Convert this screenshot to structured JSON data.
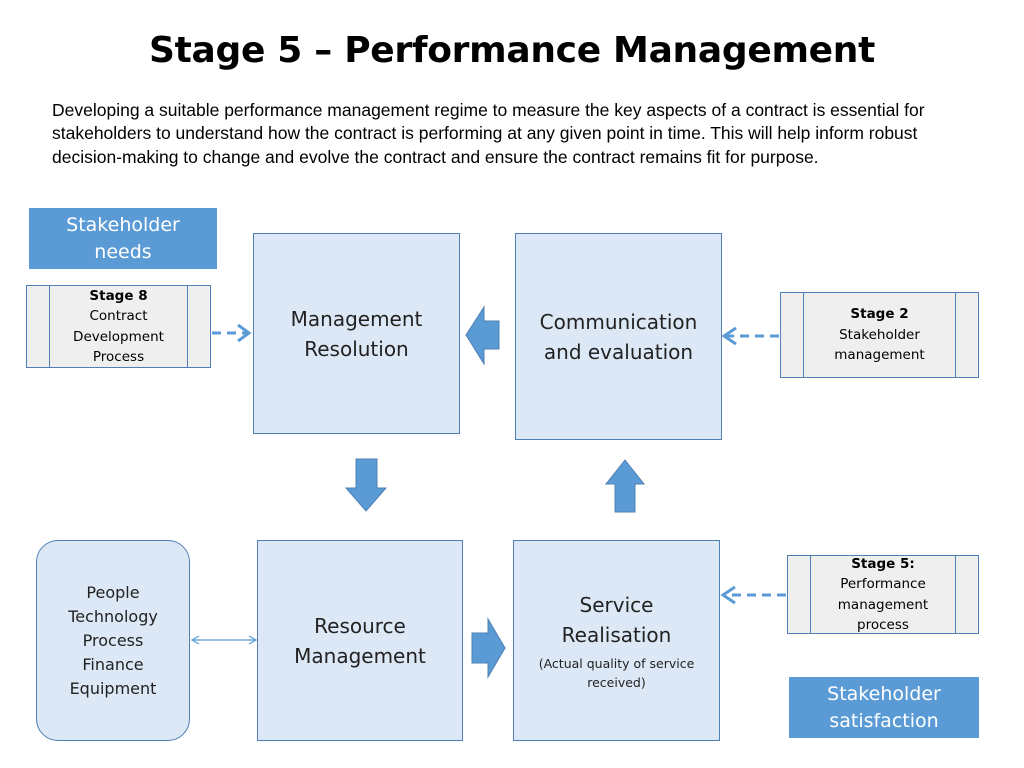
{
  "title": "Stage 5 – Performance Management",
  "intro": "Developing a suitable performance management regime to measure the key aspects of a contract is essential for stakeholders to understand how the contract is performing at any given point in time. This will help inform robust decision-making to change and evolve the contract and ensure the contract remains fit for purpose.",
  "labels": {
    "stakeholder_needs": [
      "Stakeholder",
      "needs"
    ],
    "stakeholder_satisfaction": [
      "Stakeholder",
      "satisfaction"
    ]
  },
  "stages": {
    "stage8": {
      "heading": "Stage 8",
      "lines": [
        "Contract",
        "Development",
        "Process"
      ]
    },
    "stage2": {
      "heading": "Stage 2",
      "lines": [
        "Stakeholder",
        "management"
      ]
    },
    "stage5": {
      "heading": "Stage 5:",
      "lines": [
        "Performance",
        "management",
        "process"
      ]
    }
  },
  "boxes": {
    "management_resolution": [
      "Management",
      "Resolution"
    ],
    "communication_evaluation": [
      "Communication",
      "and evaluation"
    ],
    "resource_management": [
      "Resource",
      "Management"
    ],
    "service_realisation": [
      "Service",
      "Realisation"
    ],
    "service_realisation_note": [
      "(Actual quality of service",
      "received)"
    ],
    "resources": [
      "People",
      "Technology",
      "Process",
      "Finance",
      "Equipment"
    ]
  },
  "colors": {
    "box_fill": "#dce8f5",
    "box_border": "#4f7fb5",
    "label_fill": "#5b9bd5",
    "arrow_fill": "#5b9bd5",
    "stage_fill": "#efefef"
  }
}
